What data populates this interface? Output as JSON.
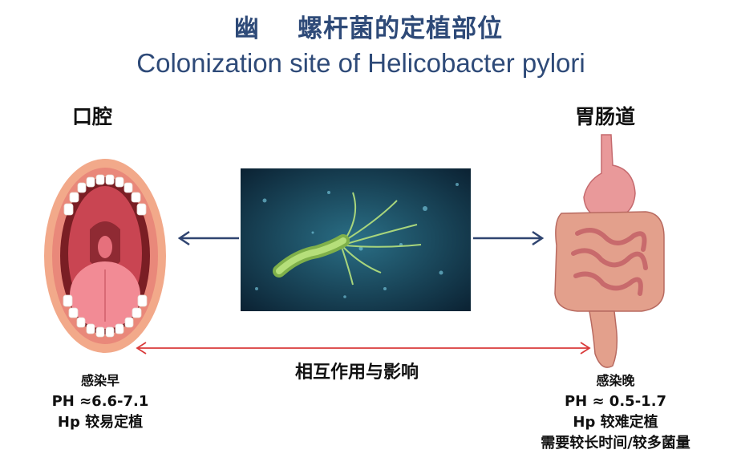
{
  "title_cn": "幽    螺杆菌的定植部位",
  "title_en": "Colonization site of Helicobacter pylori",
  "left": {
    "label": "口腔",
    "notes": [
      "感染早",
      "PH ≈6.6-7.1",
      "Hp 较易定植"
    ]
  },
  "right": {
    "label": "胃肠道",
    "notes": [
      "感染晚",
      "PH ≈ 0.5-1.7",
      "Hp 较难定植",
      "需要较长时间/较多菌量"
    ]
  },
  "interaction": "相互作用与影响",
  "colors": {
    "title": "#2e4a78",
    "arrow_dark": "#2f4470",
    "arrow_red": "#d93a3a"
  }
}
